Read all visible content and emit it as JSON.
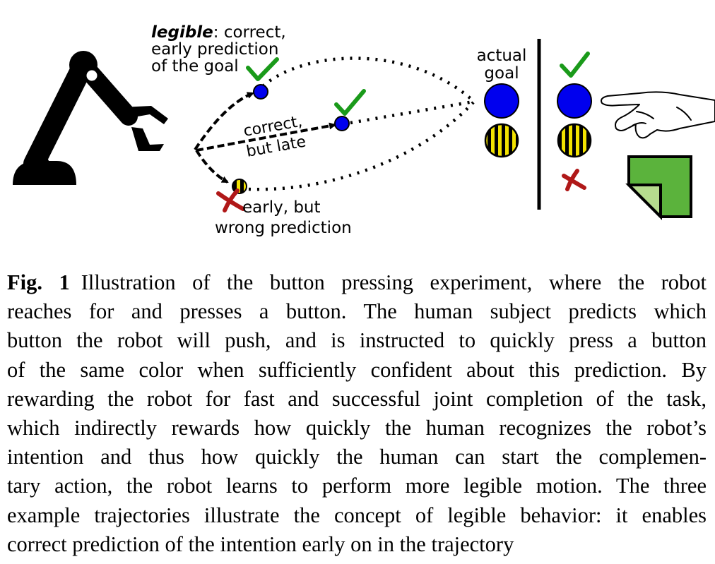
{
  "figure": {
    "labels": {
      "legible_word": "legible",
      "legible_rest": ": correct,",
      "legible_line2": "early prediction",
      "legible_line3": "of the goal",
      "correct_line1": "correct,",
      "correct_line2": "but late",
      "wrong_line1": "early, but",
      "wrong_line2": "wrong prediction",
      "actual_line1": "actual",
      "actual_line2": "goal"
    },
    "icons": {
      "robot": "robot-arm-icon",
      "check": "checkmark-icon",
      "cross": "cross-mark-icon",
      "hand": "pointing-hand-icon",
      "button": "green-button-icon"
    },
    "colors": {
      "blue_goal": "#0000ee",
      "striped_yellow": "#f2e200",
      "check_green": "#1a9a1a",
      "cross_red": "#b01818",
      "button_green": "#5bb33c",
      "button_corner": "#b6dc8e"
    }
  },
  "caption": {
    "label": "Fig. 1",
    "lines": [
      "Illustration of the button pressing experiment, where the robot",
      "reaches for and presses a button. The human subject predicts which",
      "button the robot will push, and is instructed to quickly press a button",
      "of the same color when sufficiently confident about this prediction. By",
      "rewarding the robot for fast and successful joint completion of the task,",
      "which indirectly rewards how quickly the human recognizes the robot’s",
      "intention and thus how quickly the human can start the complemen-",
      "tary action, the robot learns to perform more legible motion. The three",
      "example trajectories illustrate the concept of legible behavior: it enables",
      "correct prediction of the intention early on in the trajectory"
    ]
  }
}
